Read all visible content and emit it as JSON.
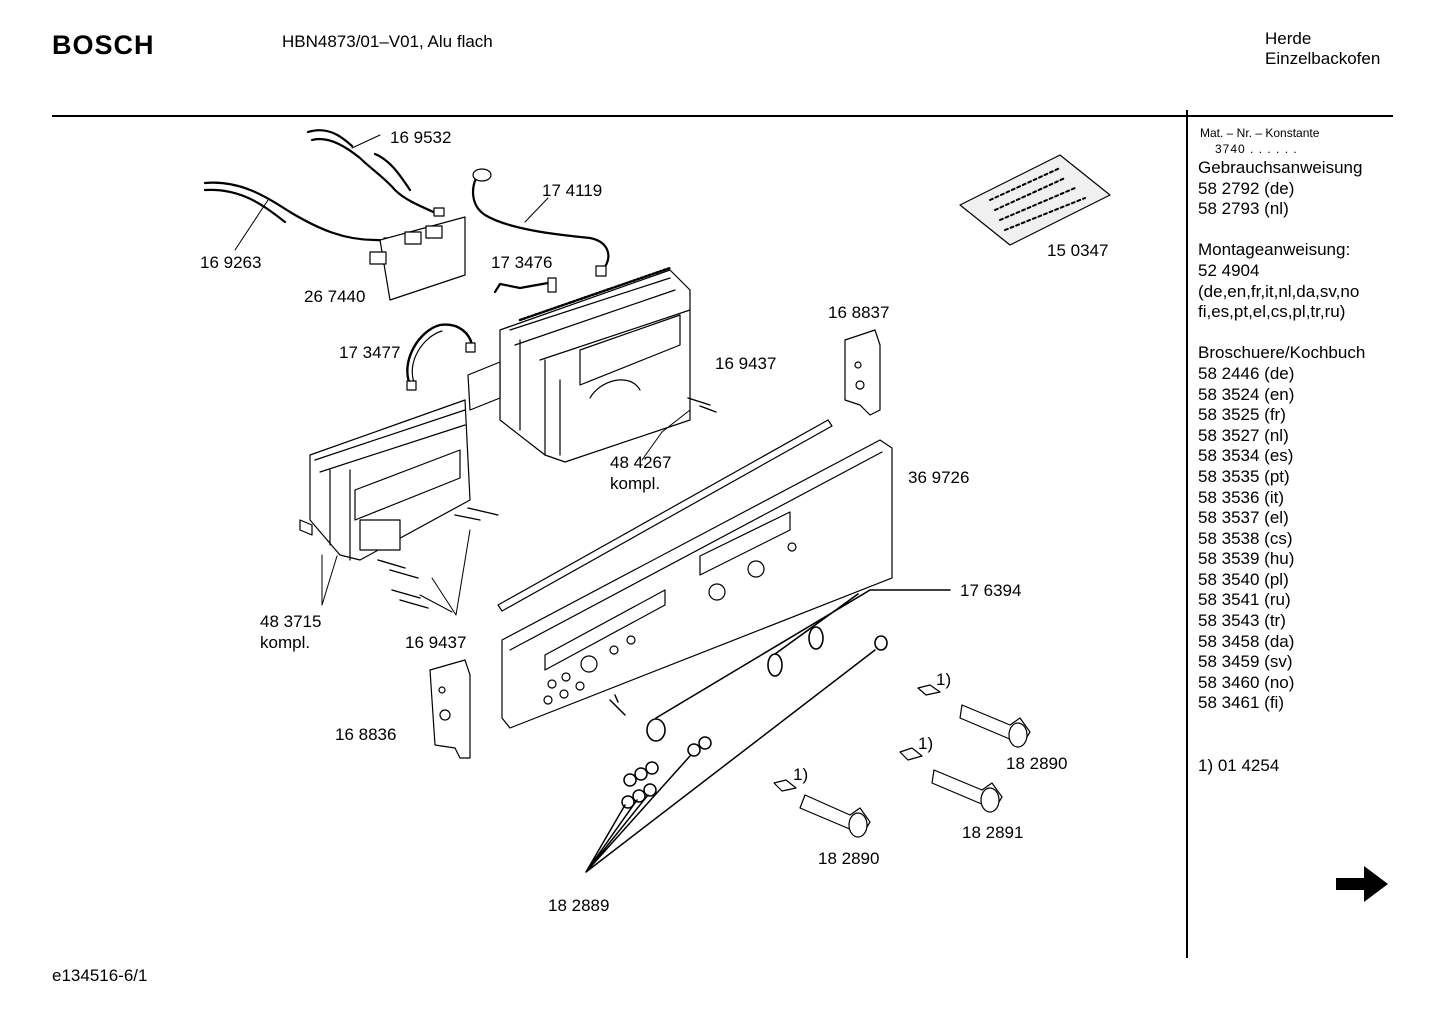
{
  "header": {
    "brand": "BOSCH",
    "model": "HBN4873/01–V01, Alu flach",
    "category_line1": "Herde",
    "category_line2": "Einzelbackofen"
  },
  "footer": {
    "doc_id": "e134516-6/1"
  },
  "sidebar": {
    "mat_label": "Mat. – Nr. – Konstante",
    "mat_value": "3740 . . . . . .",
    "lines": [
      "Gebrauchsanweisung",
      "58 2792 (de)",
      "58 2793 (nl)",
      "",
      "Montageanweisung:",
      "52 4904",
      "(de,en,fr,it,nl,da,sv,no",
      "fi,es,pt,el,cs,pl,tr,ru)",
      "",
      "Broschuere/Kochbuch",
      "58 2446 (de)",
      "58 3524 (en)",
      "58 3525 (fr)",
      "58 3527 (nl)",
      "58 3534 (es)",
      "58 3535 (pt)",
      "58 3536 (it)",
      "58 3537 (el)",
      "58 3538 (cs)",
      "58 3539 (hu)",
      "58 3540 (pl)",
      "58 3541 (ru)",
      "58 3543 (tr)",
      "58 3458 (da)",
      "58 3459 (sv)",
      "58 3460 (no)",
      "58 3461 (fi)"
    ],
    "footnote": "1) 01 4254"
  },
  "parts": {
    "p169532": "16 9532",
    "p174119": "17 4119",
    "p169263": "16 9263",
    "p267440": "26 7440",
    "p173476": "17 3476",
    "p150347": "15 0347",
    "p168837": "16 8837",
    "p173477": "17 3477",
    "p169437a": "16 9437",
    "p484267": "48 4267",
    "p484267k": "kompl.",
    "p369726": "36 9726",
    "p176394": "17 6394",
    "p483715": "48 3715",
    "p483715k": "kompl.",
    "p169437b": "16 9437",
    "p168836": "16 8836",
    "fn1a": "1)",
    "fn1b": "1)",
    "fn1c": "1)",
    "p182890a": "18 2890",
    "p182891": "18 2891",
    "p182890b": "18 2890",
    "p182889": "18 2889"
  },
  "icons": {
    "next_page": "arrow-right-icon"
  }
}
